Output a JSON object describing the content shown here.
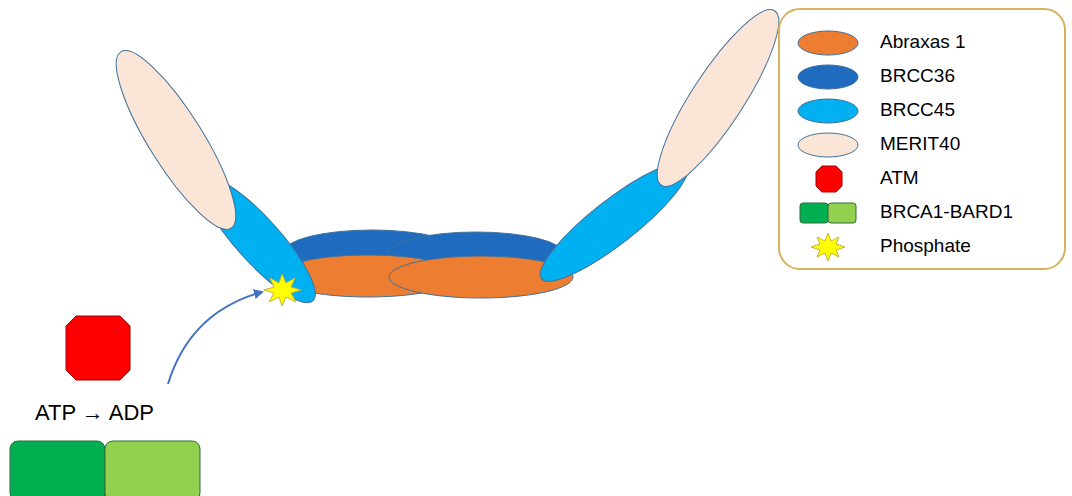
{
  "diagram": {
    "labels": [
      "ATP → ADP"
    ],
    "legend": [
      {
        "text": "Abraxas 1",
        "color": "#ed7d31"
      },
      {
        "text": "BRCC36",
        "color": "#1f6bbf"
      },
      {
        "text": "BRCC45",
        "color": "#00b0f0"
      },
      {
        "text": "MERIT40",
        "color": "#fbe5d6"
      },
      {
        "text": "ATM",
        "color": "#ff0000"
      },
      {
        "text": "BRCA1-BARD1",
        "color": "#00b050"
      },
      {
        "text": "Phosphate"
      }
    ]
  }
}
